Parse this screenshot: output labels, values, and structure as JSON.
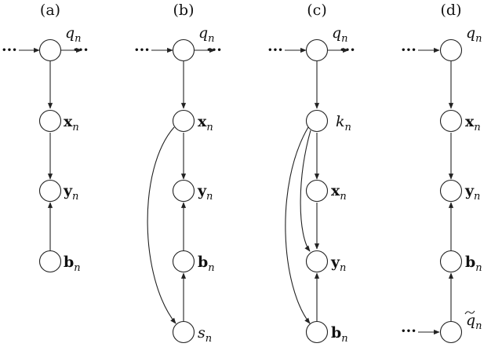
{
  "panels": [
    {
      "label": "(a)",
      "nodes": [
        {
          "base": "q",
          "sub": "n",
          "style": "italic",
          "tilde": false
        },
        {
          "base": "x",
          "sub": "n",
          "style": "bold",
          "tilde": false
        },
        {
          "base": "y",
          "sub": "n",
          "style": "bold",
          "tilde": false
        },
        {
          "base": "b",
          "sub": "n",
          "style": "bold",
          "tilde": false
        }
      ],
      "chain_dots": "···"
    },
    {
      "label": "(b)",
      "nodes": [
        {
          "base": "q",
          "sub": "n",
          "style": "italic",
          "tilde": false
        },
        {
          "base": "x",
          "sub": "n",
          "style": "bold",
          "tilde": false
        },
        {
          "base": "y",
          "sub": "n",
          "style": "bold",
          "tilde": false
        },
        {
          "base": "b",
          "sub": "n",
          "style": "bold",
          "tilde": false
        },
        {
          "base": "s",
          "sub": "n",
          "style": "italic",
          "tilde": false
        }
      ],
      "chain_dots": "···"
    },
    {
      "label": "(c)",
      "nodes": [
        {
          "base": "q",
          "sub": "n",
          "style": "italic",
          "tilde": false
        },
        {
          "base": "k",
          "sub": "n",
          "style": "italic",
          "tilde": false
        },
        {
          "base": "x",
          "sub": "n",
          "style": "bold",
          "tilde": false
        },
        {
          "base": "y",
          "sub": "n",
          "style": "bold",
          "tilde": false
        },
        {
          "base": "b",
          "sub": "n",
          "style": "bold",
          "tilde": false
        }
      ],
      "chain_dots": "···"
    },
    {
      "label": "(d)",
      "nodes": [
        {
          "base": "q",
          "sub": "n",
          "style": "italic",
          "tilde": false
        },
        {
          "base": "x",
          "sub": "n",
          "style": "bold",
          "tilde": false
        },
        {
          "base": "y",
          "sub": "n",
          "style": "bold",
          "tilde": false
        },
        {
          "base": "b",
          "sub": "n",
          "style": "bold",
          "tilde": false
        },
        {
          "base": "q",
          "sub": "n",
          "style": "italic",
          "tilde": true
        }
      ],
      "chain_dots": "···"
    }
  ]
}
